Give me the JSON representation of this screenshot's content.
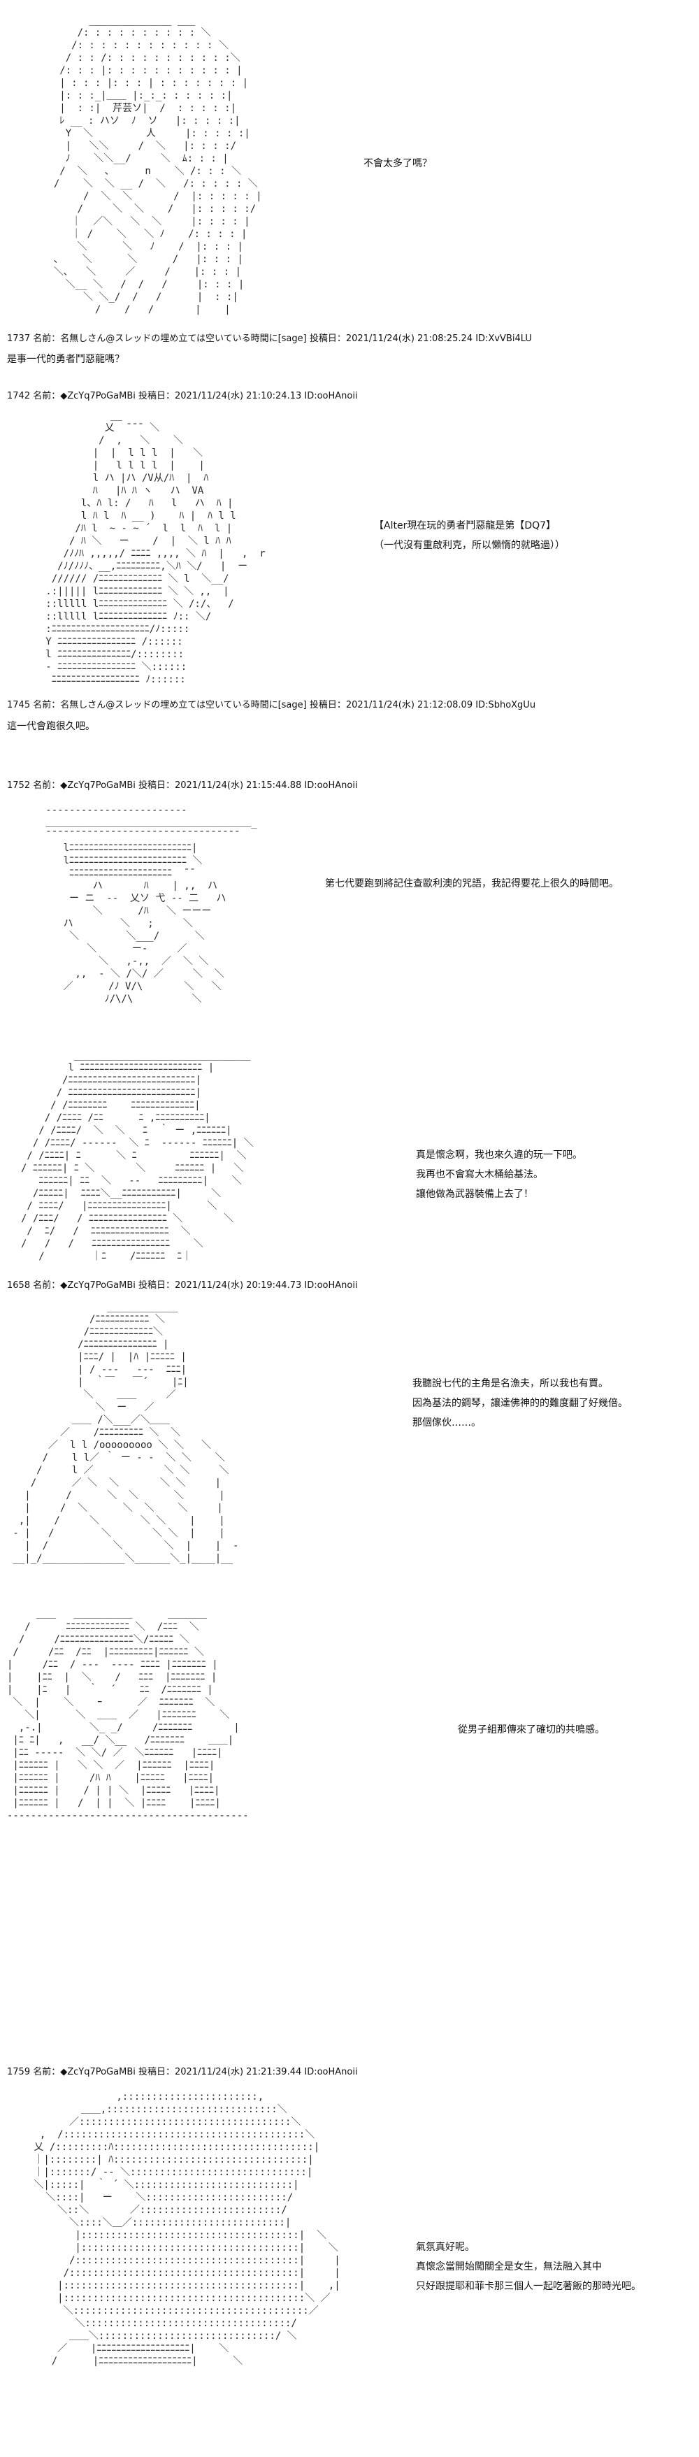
{
  "posts": [
    {
      "speech": [
        "不會太多了嗎？"
      ],
      "art_lines": [
        "        ______________ ___",
        "      /: : : : : : : : : : ＼",
        "     /: : : : : : : : : : : : ＼",
        "    / : : /: : : : : : : : : : :＼",
        "   /: : : |: : : : : : : : : : : |",
        "   | : : : |: : : | : : : : : : : |",
        "   |: : :_|＿＿ |:_:_: : : : : :|",
        "   |  : :|  芹芸ソ|  /  : : : : :|",
        "   ﾚ __ : ハソ  ﾉ  ソ   |: : : : :|",
        "    Y  ＼         人     |: : : : :|",
        "    |   ＼＼     /  ＼   |: : : :/",
        "    ﾉ    ＼＼__/     ＼  ﾑ: : : |",
        "   /  ＼   ､      n    ＼ /: : : ＼",
        "  /    ＼  ＼ __ /  ＼   /: : : : : ＼",
        "       /  ＼  ＼       /  |: : : : : |",
        "      /     ＼  ＼    /   |: : : : :/",
        "     ｜  ／＼   ＼  ＼     |: : : : |",
        "     ｜ /    ＼   ＼ ﾉ    /: : : : |",
        "      ＼      ＼   ﾉ    /  |: : : |",
        "  ､    ＼      ＼      /   |: : : |",
        "  ＼､   ＼     ／     /    |: : : |",
        "    ＼__ ＼   /  /   /     |: : : |",
        "       ＼ ＼_/  /   /      |  : :|",
        "         /    /   /       |    |"
      ]
    },
    {
      "header": "1737 名前：名無しさん@スレッドの埋め立ては空いている時間に[sage] 投稿日：2021/11/24(水) 21:08:25.24 ID:XvVBi4LU",
      "comment": "是事一代的勇者鬥惡龍嗎？"
    },
    {
      "header": "1742 名前：◆ZcYq7PoGaMBi 投稿日：2021/11/24(水) 21:10:24.13 ID:ooHAnoii",
      "speech": [
        "【Alter現在玩的勇者鬥惡龍是第【DQ7】",
        "（一代沒有重啟利克，所以懶惰的就略過））"
      ],
      "art_lines": [
        "              __",
        "             乂  ¯¯¯ ＼",
        "            /  ,   ＼    ＼",
        "           |  |  l l l  |   ＼",
        "           |   l l l l  |    |",
        "           l ハ |ハ /V从/ﾊ  |  ﾊ",
        "           ﾊ   |ﾊ ﾊ ヽ   ハ  VA",
        "         l、ﾊ l: /   ﾊ   l   ハ  ﾊ |",
        "         l ﾊ l  ﾊ __ )    ﾊ |  ﾊ l l",
        "        /ﾊ l  ~ ‐ ~ ´  l  l  ﾊ  l |",
        "       / ﾊ ＼   ー    /  |  ＼ l ﾊ ﾊ",
        "      /ﾉﾉﾊ ,,,,,/ ﾆﾆﾆﾆ ,,,, ＼ ﾊ  |   ,  r",
        "     /ﾉ/ﾉﾉﾉ、__,ﾆﾆﾆﾆﾆﾆﾆﾆﾆ,＼ﾊ ＼/   |  ー",
        "    ////// /ﾆﾆﾆﾆﾆﾆﾆﾆﾆﾆﾆﾆﾆ ＼ l  ＼__/",
        "   .:||||| lﾆﾆﾆﾆﾆﾆﾆﾆﾆﾆﾆﾆﾆ ＼ ＼ ,,  |",
        "   ::lllll lﾆﾆﾆﾆﾆﾆﾆﾆﾆﾆﾆﾆﾆﾆ ＼ /:/、  /",
        "   ::lllll lﾆﾆﾆﾆﾆﾆﾆﾆﾆﾆﾆﾆﾆﾆ ﾉ:: ＼/",
        "   :ﾆﾆﾆﾆﾆﾆﾆﾆﾆﾆﾆﾆﾆﾆﾆﾆﾆﾆﾆﾆ/ﾉ:::::",
        "   Y ﾆﾆﾆﾆﾆﾆﾆﾆﾆﾆﾆﾆﾆﾆﾆﾆ /::::::",
        "   l ﾆﾆﾆﾆﾆﾆﾆﾆﾆﾆﾆﾆﾆﾆﾆ/::::::::",
        "   ‐ ﾆﾆﾆﾆﾆﾆﾆﾆﾆﾆﾆﾆﾆﾆﾆﾆ ＼::::::",
        "    ﾆﾆﾆﾆﾆﾆﾆﾆﾆﾆﾆﾆﾆﾆﾆﾆﾆﾆ ﾉ::::::"
      ]
    },
    {
      "header": "1745 名前：名無しさん@スレッドの埋め立ては空いている時間に[sage] 投稿日：2021/11/24(水) 21:12:08.09 ID:SbhoXgUu",
      "comment": "這一代會跑很久吧。"
    },
    {
      "header": "1752 名前：◆ZcYq7PoGaMBi 投稿日：2021/11/24(水) 21:15:44.88 ID:ooHAnoii",
      "speech": [
        "第七代要跑到將記住查歐利澳的咒語，我記得要花上很久的時間吧。"
      ],
      "art_lines": [
        "   ‐‐‐‐‐‐‐‐‐‐‐‐‐‐‐‐‐‐‐‐‐‐‐‐",
        "   ＿＿＿＿＿＿＿＿＿＿＿＿＿＿＿＿＿＿＿＿＿_",
        "   ¯¯¯¯¯¯¯¯¯¯¯¯¯¯¯¯¯¯¯¯¯¯¯¯¯¯¯¯¯¯¯¯¯",
        "      lﾆﾆﾆﾆﾆﾆﾆﾆﾆﾆﾆﾆﾆﾆﾆﾆﾆﾆﾆﾆﾆﾆﾆﾆﾆ|",
        "      lﾆﾆﾆﾆﾆﾆﾆﾆﾆﾆﾆﾆﾆﾆﾆﾆﾆﾆﾆﾆﾆﾆﾆﾆ ＼",
        "       ﾆﾆﾆﾆﾆﾆﾆﾆﾆﾆﾆﾆﾆﾆﾆﾆﾆﾆﾆﾆﾆ  ¯¯",
        "           ハ       ﾊ    | ,,  ハ",
        "       ー ニ  ‐‐  乂ソ 弋 ‐‐ 二   ハ",
        "           ＼      /ﾊ   ＼ ーーー",
        "      ハ        ＼   ;     ＼",
        "       ＼        ＼___/      ＼",
        "          ＼      ー‐     ／",
        "            ＼   ,‐,,  ／  ＼ ＼",
        "        ,,  ‐ ＼ /＼/ ／     ＼  ＼",
        "      ／      /ﾉ V/\\       ＼   ＼",
        "             ﾉ/\\/\\          ＼"
      ]
    },
    {
      "speech": [
        "真是懷念啊，我也來久違的玩一下吧。",
        "我再也不會寫大木桶給基法。",
        "讓他做為武器裝備上去了！"
      ],
      "art_lines": [
        "         ______________________________",
        "        l ﾆﾆﾆﾆﾆﾆﾆﾆﾆﾆﾆﾆﾆﾆﾆﾆﾆﾆﾆﾆﾆﾆﾆﾆﾆ |",
        "       /ﾆﾆﾆﾆﾆﾆﾆﾆﾆﾆﾆﾆﾆﾆﾆﾆﾆﾆﾆﾆﾆﾆﾆﾆﾆﾆ|",
        "      / ﾆﾆﾆﾆﾆﾆﾆﾆﾆﾆﾆﾆﾆﾆﾆﾆﾆﾆﾆﾆﾆﾆﾆﾆﾆﾆ|",
        "     / /ﾆﾆﾆﾆﾆﾆﾆﾆ    ﾆﾆﾆﾆﾆﾆﾆﾆﾆﾆﾆﾆﾆ|",
        "    / /ﾆﾆﾆﾆ /ﾆﾆ      ﾆ ,ﾆﾆﾆﾆﾆﾆﾆﾆﾆﾆ|",
        "   / /ﾆﾆﾆﾆ/  ＼  ＼   ﾆ  ｀ ー ,ﾆﾆﾆﾆﾆﾆ|",
        "  / /ﾆﾆﾆﾆ/ ‐‐‐‐‐‐  ＼ ﾆ  ‐‐‐‐‐‐ ﾆﾆﾆﾆﾆﾆ| ＼",
        " / /ﾆﾆﾆﾆ| ﾆ      ＼ ﾆ         ﾆﾆﾆﾆﾆﾆ|  ＼",
        "/ ﾆﾆﾆﾆﾆﾆ| ﾆ ＼       ＼     ﾆﾆﾆﾆﾆﾆ |   ＼",
        "   ﾆﾆﾆﾆﾆﾆ| ﾆﾆ  ＼   ‐‐   ﾆﾆﾆﾆﾆﾆﾆﾆﾆ|    ＼",
        "  /ﾆﾆﾆﾆﾆ|  ﾆﾆﾆﾆ＼__ﾆﾆﾆﾆﾆﾆﾆﾆﾆﾆﾆ|     ＼",
        " / ﾆﾆﾆﾆ/   |ﾆﾆﾆﾆﾆﾆﾆﾆﾆﾆﾆﾆﾆﾆﾆﾆ|      ＼",
        "/ /ﾆﾆﾆ/   / ﾆﾆﾆﾆﾆﾆﾆﾆﾆﾆﾆﾆﾆﾆﾆﾆ ＼       ＼",
        " /  ﾆ/   /  ﾆﾆﾆﾆﾆﾆﾆﾆﾆﾆﾆﾆﾆﾆﾆﾆ  ＼",
        "/   /   /   ﾆﾆﾆﾆﾆﾆﾆﾆﾆﾆﾆﾆﾆﾆﾆﾆ    ＼",
        "   /        ｜ﾆ    /ﾆﾆﾆﾆﾆﾆ  ﾆ｜"
      ]
    },
    {
      "header": "1658 名前：◆ZcYq7PoGaMBi 投稿日：2021/11/24(水) 20:19:44.73 ID:ooHAnoii",
      "speech": [
        "我聽說七代的主角是名漁夫，所以我也有買。",
        "因為基法的鋼琴，讓達佛神的的難度翻了好幾倍。",
        "那個傢伙……。"
      ],
      "art_lines": [
        "                 ____________",
        "              /ﾆﾆﾆﾆﾆﾆﾆﾆﾆﾆﾆ ＼",
        "             /ﾆﾆﾆﾆﾆﾆﾆﾆﾆﾆﾆﾆﾆ＼",
        "            /ﾆﾆﾆﾆﾆﾆﾆﾆﾆﾆﾆﾆﾆﾆﾆ |",
        "            |ﾆﾆﾆ/ |  |ﾊ |ﾆﾆﾆﾆﾆ |",
        "            | / ‐‐‐   ‐‐‐  ﾆﾆﾆ|",
        "            |  ｀￣   ￣´    |ﾆ|",
        "             ＼    ＿＿     ／",
        "               ＼  ー   ／",
        "           ＿＿ /＼___／＼＿＿",
        "         ／    /ﾆﾆﾆﾆﾆﾆﾆﾆﾆ ＼  ＼",
        "       ／  l l /ooooooooo ＼ ＼   ＼",
        "      /    l l／ ｀ ー ‐ ‐  ＼ ＼    ＼",
        "     /     l ／            ＼ ＼     ＼",
        "    /      ／ ＼  ＼       ＼ ＼     |",
        "   |      /      ＼  ＼      ＼      |",
        "   |     /  ＼      ＼  ＼    ＼     |",
        "  ,|    /     ＼       ＼ ＼    |    |",
        " ‐ |   /        ＼       ＼ ＼  |    |",
        "   |  /           ＼       ＼  |    |  ‐",
        " __|_/______________＼______＼_|____|__"
      ]
    },
    {
      "speech": [
        "從男子組那傳來了確切的共鳴感。"
      ],
      "art_lines": [
        "     ＿＿   ＿＿＿＿＿＿      ＿＿＿＿",
        "   /      ﾆﾆﾆﾆﾆﾆﾆﾆﾆﾆﾆﾆﾆ ＼  /ﾆﾆﾆ  ＼",
        "  /     /ﾆﾆﾆﾆﾆﾆﾆﾆﾆﾆﾆﾆﾆﾆﾆ＼/ﾆﾆﾆﾆﾆ ＼",
        " /     /ﾆﾆ  /ﾆﾆ  |ﾆﾆﾆﾆﾆﾆﾆﾆﾆ|ﾆﾆﾆﾆﾆﾆ ＼",
        "|     /ﾆﾆ  / ‐‐‐  ‐‐‐‐ ﾆﾆﾆﾆ |ﾆﾆﾆﾆﾆﾆﾆ |",
        "|    |ﾆﾆ  |  ＼    /   ﾆﾆﾆ  |ﾆﾆﾆﾆﾆﾆﾆ |",
        "|    |ﾆ   |   ｀  ´    ﾆﾆ  /ﾆﾆﾆﾆﾆﾆﾆ |",
        " ＼  |    ＼    ｰ      ／  ﾆﾆﾆﾆﾆﾆﾆ  ＼",
        "   ＼|      ＼  ＿＿  ／   |ﾆﾆﾆﾆﾆﾆﾆ    ＼",
        "  ,-.|        ＼_ _/     /ﾆﾆﾆﾆﾆﾆﾆ       |",
        " |ﾆ ﾆ|   ,   __/ ＼__   /ﾆﾆﾆﾆﾆﾆﾆ    ＿＿|",
        " |ﾆﾆ ‐‐‐‐‐  ＼ ＼/ ／  ＼ﾆﾆﾆﾆﾆﾆ   |ﾆﾆﾆﾆ|",
        " |ﾆﾆﾆﾆﾆﾆ |   ＼ ＼  ／  |ﾆﾆﾆﾆﾆﾆ  |ﾆﾆﾆﾆ|",
        " |ﾆﾆﾆﾆﾆﾆ |     /ﾊ ﾊ    |ﾆﾆﾆﾆﾆ   |ﾆﾆﾆﾆ|",
        " |ﾆﾆﾆﾆﾆﾆ |    / | | ＼  |ﾆﾆﾆﾆﾆ   |ﾆﾆﾆﾆ|",
        " |ﾆﾆﾆﾆﾆﾆ |   /  | |  ＼ |ﾆﾆﾆﾆ    |ﾆﾆﾆﾆ|",
        "‐‐‐‐‐‐‐‐‐‐‐‐‐‐‐‐‐‐‐‐‐‐‐‐‐‐‐‐‐‐‐‐‐‐‐‐‐‐‐‐‐"
      ]
    },
    {
      "header": "1759 名前：◆ZcYq7PoGaMBi 投稿日：2021/11/24(水) 21:21:39.44 ID:ooHAnoii",
      "speech": [
        "氣氛真好呢。",
        "真懷念當開始闖關全是女生，無法融入其中",
        "只好跟提耶和菲卡那三個人一起吃著飯的那時光吧。"
      ],
      "art_lines": [
        "               ,:::::::::::::::::::::::,",
        "         ＿＿,:::::::::::::::::::::::::::::＼",
        "       ／::::::::::::::::::::::::::::::::::::＼",
        "  ,  /:::::::::::::::::::::::::::::::::::::::::＼",
        " 乂 /:::::::::ﾊ::::::::::::::::::::::::::::::::::|",
        " ｜|::::::::| ﾊ:::::::::::::::::::::::::::::::::|",
        " ｜|:::::::/ ‐‐ ＼::::::::::::::::::::::::::::::|",
        " ＼|:::::|  ｀ ´ ＼:::::::::::::::::::::::::::|",
        "   ＼::::|   ー    ＼::::::::::::::::::::::::/",
        "     ＼::＼       ／::::::::::::::::::::::::/",
        "       ＼::::＼＿／::::::::::::::::::::::::::|",
        "        |:::::::::::::::::::::::::::::::::::::|  ＼",
        "        |:::::::::::::::::::::::::::::::::::::|    ＼",
        "       /::::::::::::::::::::::::::::::::::::::|     |",
        "      /:::::::::::::::::::::::::::::::::::::::|     |",
        "     |::::::::::::::::::::::::::::::::::::::::|    ,|",
        "     |:::::::::::::::::::::::::::::::::::::::::＼ ／",
        "      ＼::::::::::::::::::::::::::::::::::::::::／",
        "        ＼:::::::::::::::::::::::::::::::::::/",
        "       ＿＿＼::::::::::::::::::::::::::::::/ ＼",
        "     ／    |ﾆﾆﾆﾆﾆﾆﾆﾆﾆﾆﾆﾆﾆﾆﾆﾆﾆﾆﾆ|    ＼",
        "    /      |ﾆﾆﾆﾆﾆﾆﾆﾆﾆﾆﾆﾆﾆﾆﾆﾆﾆﾆﾆ|      ＼"
      ]
    }
  ]
}
